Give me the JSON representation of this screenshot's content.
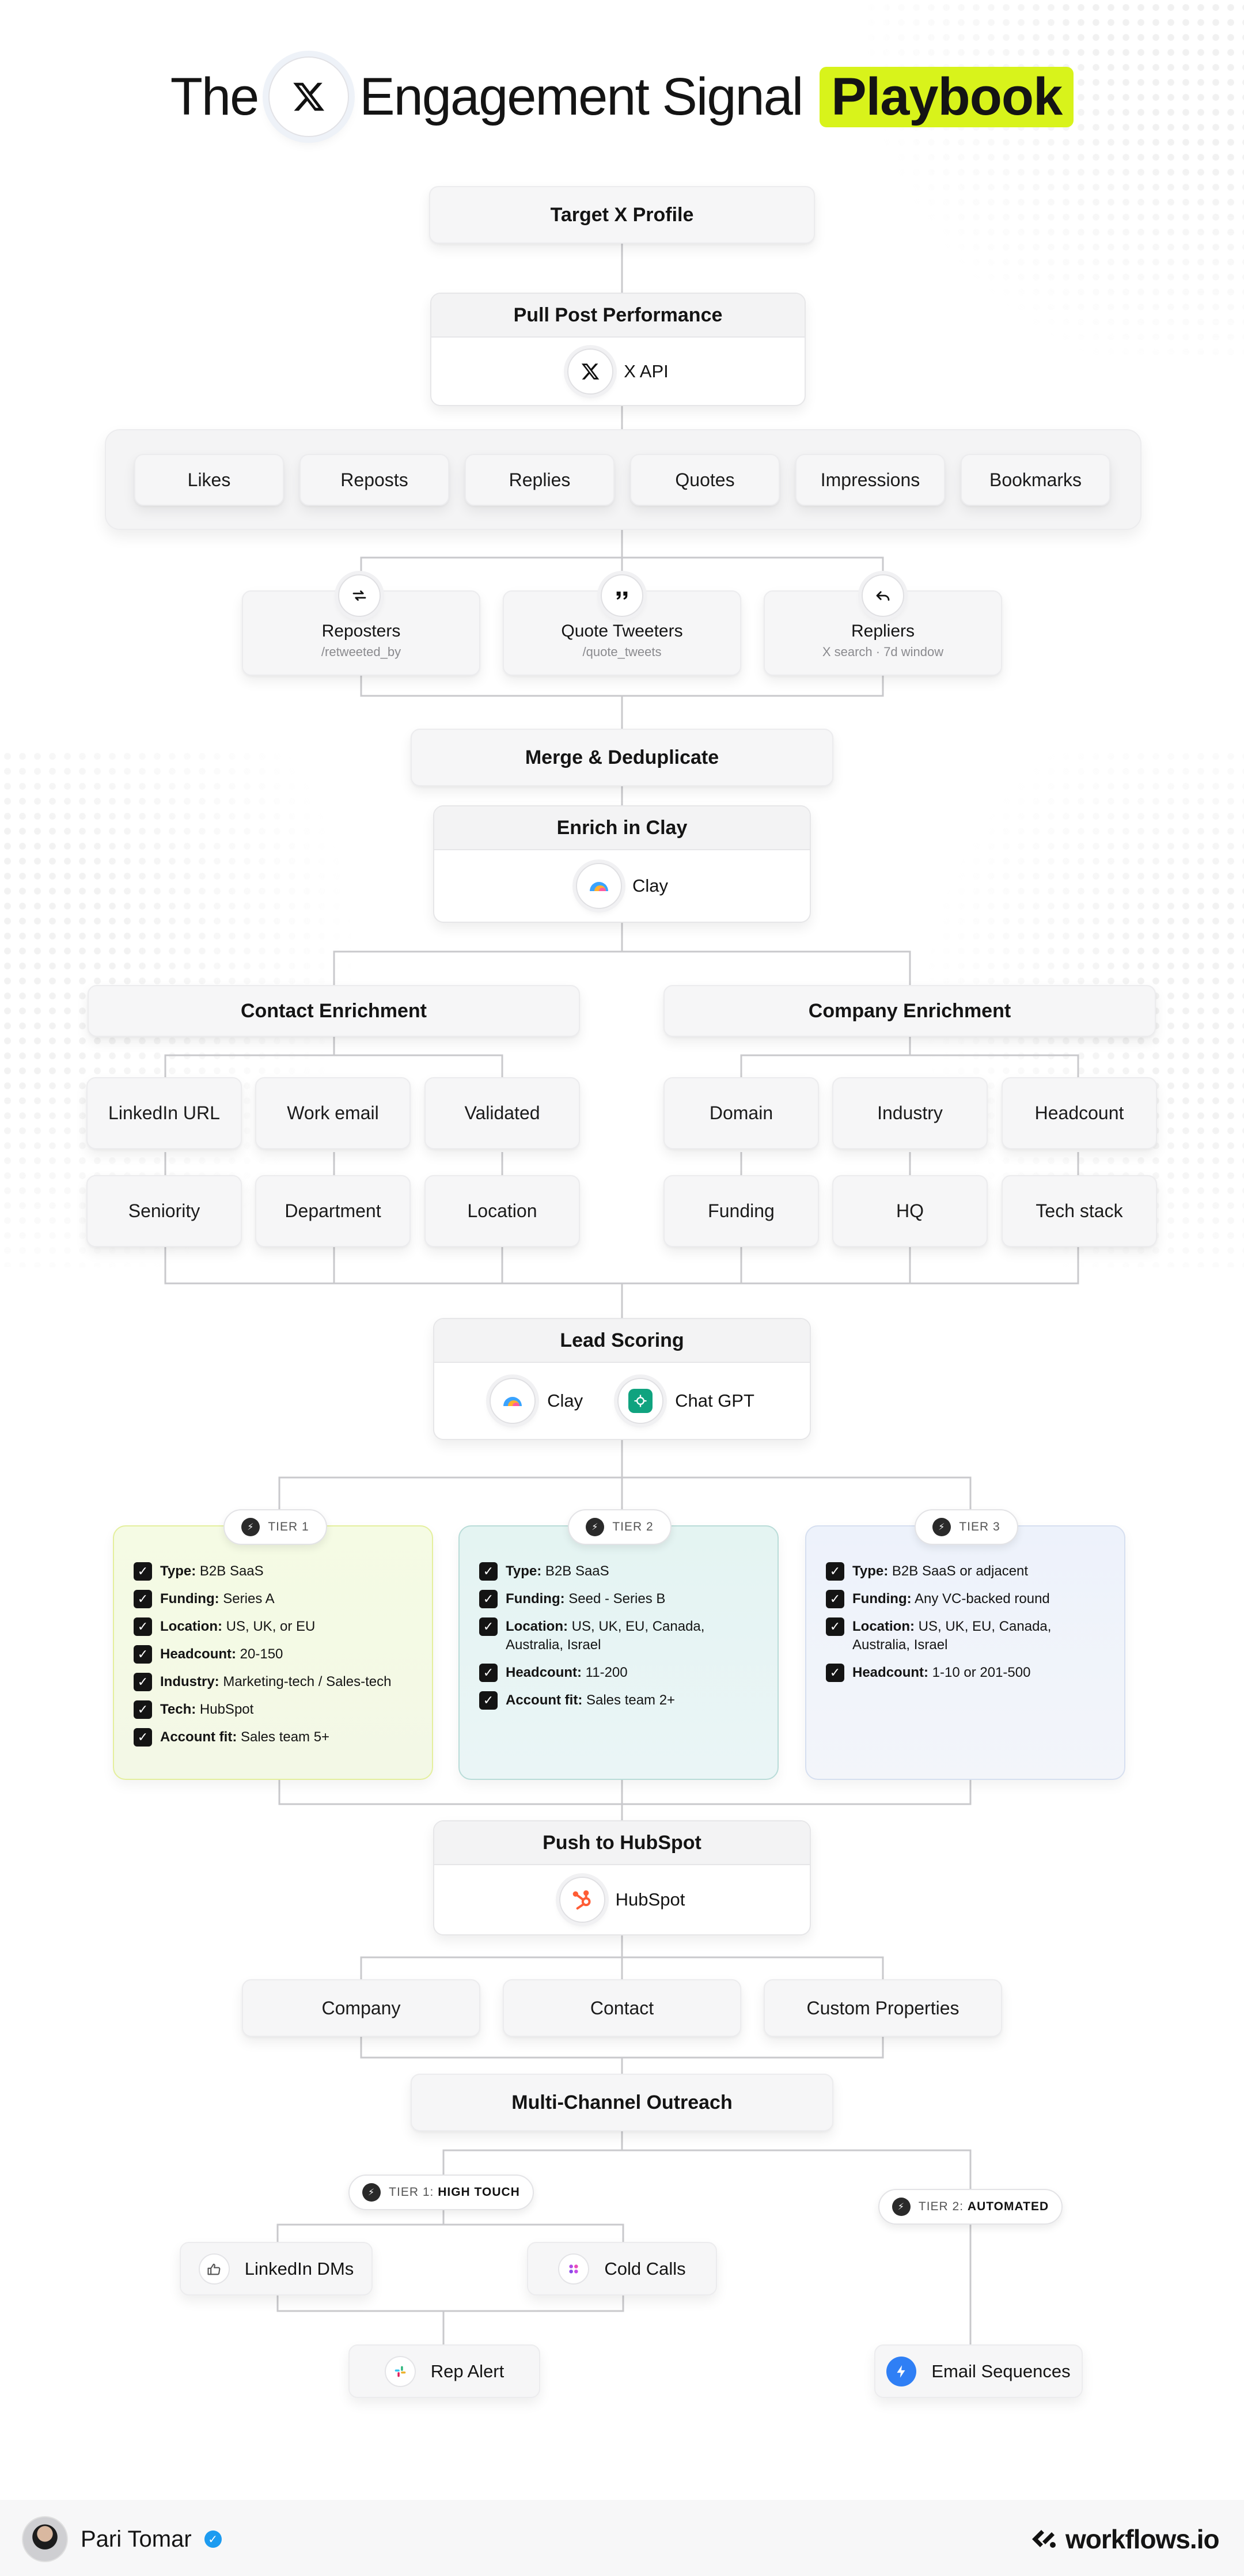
{
  "title": {
    "pre": "The",
    "post": "Engagement Signal",
    "highlight": "Playbook"
  },
  "colors": {
    "highlight": "#d8f31b",
    "tier1_bg": "#f4fae0",
    "tier2_bg": "#e3f3f1",
    "tier3_bg": "#edf2fb",
    "hubspot": "#ff5c35",
    "verified": "#1d9bf0"
  },
  "nodes": {
    "target": "Target X Profile",
    "pull": {
      "title": "Pull Post Performance",
      "tool": "X API"
    },
    "metrics": [
      "Likes",
      "Reposts",
      "Replies",
      "Quotes",
      "Impressions",
      "Bookmarks"
    ],
    "sources": [
      {
        "label": "Reposters",
        "sub": "/retweeted_by",
        "icon": "repost-icon"
      },
      {
        "label": "Quote Tweeters",
        "sub": "/quote_tweets",
        "icon": "quote-icon"
      },
      {
        "label": "Repliers",
        "sub": "X search · 7d window",
        "icon": "reply-icon"
      }
    ],
    "merge": "Merge & Deduplicate",
    "enrich": {
      "title": "Enrich in Clay",
      "tool": "Clay"
    },
    "contact": {
      "title": "Contact Enrichment",
      "items": [
        "LinkedIn URL",
        "Work email",
        "Validated",
        "Seniority",
        "Department",
        "Location"
      ]
    },
    "company": {
      "title": "Company Enrichment",
      "items": [
        "Domain",
        "Industry",
        "Headcount",
        "Funding",
        "HQ",
        "Tech stack"
      ]
    },
    "scoring": {
      "title": "Lead Scoring",
      "tools": [
        "Clay",
        "Chat GPT"
      ]
    },
    "tiers": [
      {
        "label": "TIER 1",
        "rows": [
          {
            "k": "Type:",
            "v": "B2B SaaS"
          },
          {
            "k": "Funding:",
            "v": "Series A"
          },
          {
            "k": "Location:",
            "v": "US, UK, or EU"
          },
          {
            "k": "Headcount:",
            "v": "20-150"
          },
          {
            "k": "Industry:",
            "v": "Marketing-tech / Sales-tech"
          },
          {
            "k": "Tech:",
            "v": "HubSpot"
          },
          {
            "k": "Account fit:",
            "v": "Sales team 5+"
          }
        ]
      },
      {
        "label": "TIER 2",
        "rows": [
          {
            "k": "Type:",
            "v": "B2B SaaS"
          },
          {
            "k": "Funding:",
            "v": "Seed - Series B"
          },
          {
            "k": "Location:",
            "v": "US, UK, EU, Canada, Australia, Israel"
          },
          {
            "k": "Headcount:",
            "v": "11-200"
          },
          {
            "k": "Account fit:",
            "v": "Sales team 2+"
          }
        ]
      },
      {
        "label": "TIER 3",
        "rows": [
          {
            "k": "Type:",
            "v": "B2B SaaS or adjacent"
          },
          {
            "k": "Funding:",
            "v": "Any VC-backed round"
          },
          {
            "k": "Location:",
            "v": "US, UK, EU, Canada, Australia, Israel"
          },
          {
            "k": "Headcount:",
            "v": "1-10 or 201-500"
          }
        ]
      }
    ],
    "push": {
      "title": "Push to HubSpot",
      "tool": "HubSpot"
    },
    "objects": [
      "Company",
      "Contact",
      "Custom Properties"
    ],
    "outreach": "Multi-Channel Outreach",
    "tier1_label": {
      "pre": "TIER 1:",
      "bold": "HIGH TOUCH"
    },
    "tier2_label": {
      "pre": "TIER 2:",
      "bold": "AUTOMATED"
    },
    "channels": {
      "linkedin": "LinkedIn DMs",
      "calls": "Cold Calls",
      "alert": "Rep Alert",
      "email": "Email Sequences"
    }
  },
  "footer": {
    "author": "Pari Tomar",
    "brand": "workflows.io"
  }
}
